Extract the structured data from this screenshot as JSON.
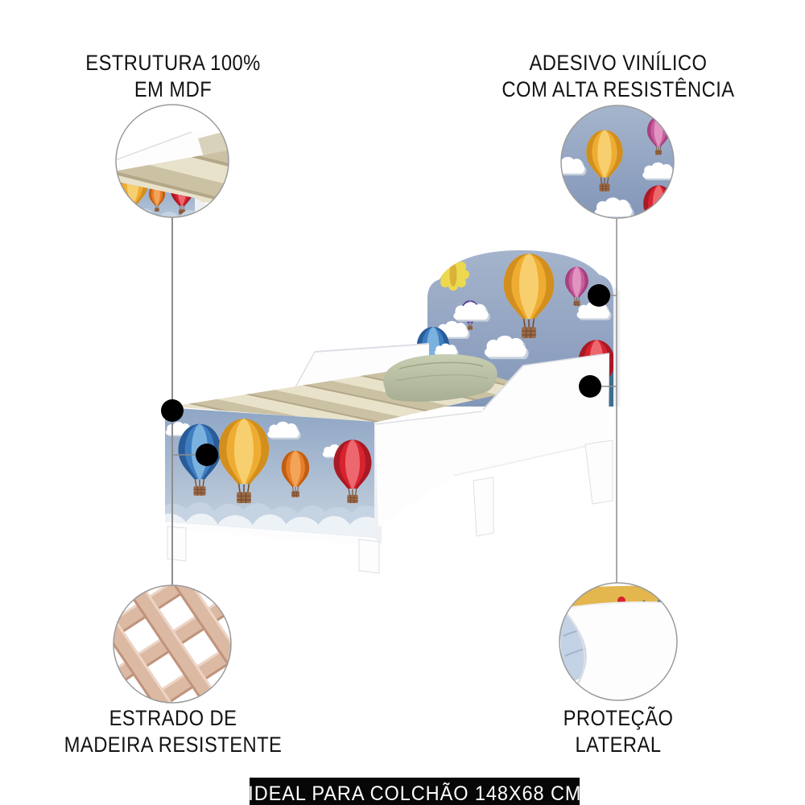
{
  "callouts": {
    "top_left": {
      "line1": "ESTRUTURA 100%",
      "line2": "EM MDF"
    },
    "top_right": {
      "line1": "ADESIVO VINÍLICO",
      "line2": "COM ALTA RESISTÊNCIA"
    },
    "bottom_left": {
      "line1": "ESTRADO DE",
      "line2": "MADEIRA RESISTENTE"
    },
    "bottom_right": {
      "line1": "PROTEÇÃO",
      "line2": "LATERAL"
    }
  },
  "banner": {
    "text": "IDEAL PARA COLCHÃO 148X68 CM"
  },
  "colors": {
    "banner_bg": "#070707",
    "banner_text": "#ffffff",
    "label_text": "#121212",
    "line_gray": "#8d8d8d",
    "dot_black": "#000000",
    "circle_border": "#9b9b9b",
    "sky_top": "#a6b5cd",
    "sky_bottom": "#8296b8",
    "sky_foot_top": "#8ea5c4",
    "sky_foot_bottom": "#c9d5e1",
    "cloud_shade": "#c8d2dd",
    "frame_white": "#fdfdfe",
    "frame_edge": "#dcdfe4",
    "frame_shade": "#eef0f3",
    "mattress_a": "#e9e2cb",
    "mattress_b": "#cbc1a3",
    "mattress_c": "#b3a788",
    "pillow_top": "#c8ceb2",
    "pillow_bottom": "#a7ae91",
    "pillow_line": "#8f977c",
    "wood": "#dcb9a3",
    "wood_edge": "#c0937c",
    "wood_light": "#edd5c6",
    "teal": "#3e6f8e",
    "bedding_blue": "#c3d2e4",
    "bedding_fold": "#9fb5cf",
    "basket": "#9c6b47",
    "basket_dark": "#744a2e",
    "sun": "#ecd94e",
    "sun_deep": "#d9b23a",
    "sticker_cloud_back": "#c5d3e2",
    "sticker_cloud_front": "#edf2f7",
    "yellow_light": "#f7cf6e",
    "yellow_mid": "#efac33",
    "yellow_dark": "#d28f1d",
    "blue_light": "#7ab1de",
    "blue_mid": "#3f7ec0",
    "blue_dark": "#2a5c9a",
    "red_light": "#ec686e",
    "red_mid": "#d8232f",
    "red_dark": "#a81a25",
    "orange_light": "#f2a558",
    "orange_mid": "#e87e29",
    "orange_dark": "#c05e14",
    "purple_light": "#8a6cc0",
    "purple_mid": "#6b4fa5",
    "purple_dark": "#4f3180",
    "pink_light": "#e294c1",
    "pink_mid": "#c75f9f",
    "pink_dark": "#a6407e"
  }
}
